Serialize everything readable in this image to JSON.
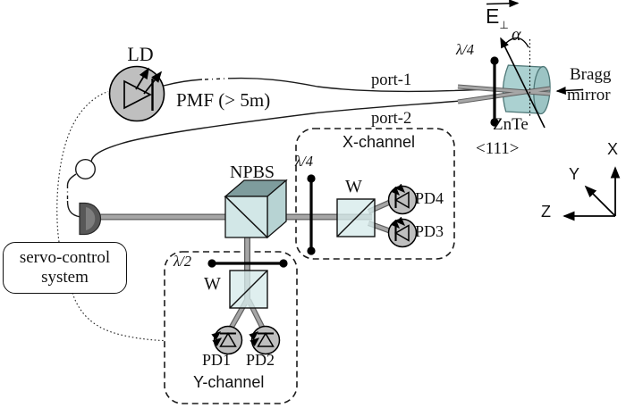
{
  "labels": {
    "ld": "LD",
    "pmf": "PMF (> 5m)",
    "port1": "port-1",
    "port2": "port-2",
    "npbs": "NPBS",
    "lambda4": "λ/4",
    "lambda2": "λ/2",
    "e_main": "E",
    "e_sub": "⊥",
    "alpha": "α",
    "znte": "ZnTe",
    "crystal_orientation": "<111>",
    "bragg1": "Bragg",
    "bragg2": "mirror",
    "x_channel": "X-channel",
    "y_channel": "Y-channel",
    "wollaston": "W",
    "pd1": "PD1",
    "pd2": "PD2",
    "pd3": "PD3",
    "pd4": "PD4",
    "servo1": "servo-control",
    "servo2": "system",
    "axis_x": "X",
    "axis_y": "Y",
    "axis_z": "Z"
  },
  "icons": {
    "laser_diode": "laser-diode-symbol",
    "photodiode": "photodiode-symbol",
    "waveplate": "waveplate-bar-with-end-dots",
    "fiber_loop": "fiber-loop",
    "collimator": "fiber-collimator-dome"
  },
  "colors": {
    "crystal": "#abd1d1",
    "crystal_edge": "#4f7878",
    "npbs_front": "#d2e7e7",
    "npbs_top": "#7e9c9d",
    "npbs_right": "#b7d3d3",
    "wollaston_fill": "rgba(214,234,234,0.78)",
    "device": "#bfbfbf",
    "beam": "#a6a6a6",
    "beam_dark": "#5f5f5f",
    "collimator": "#585858"
  }
}
